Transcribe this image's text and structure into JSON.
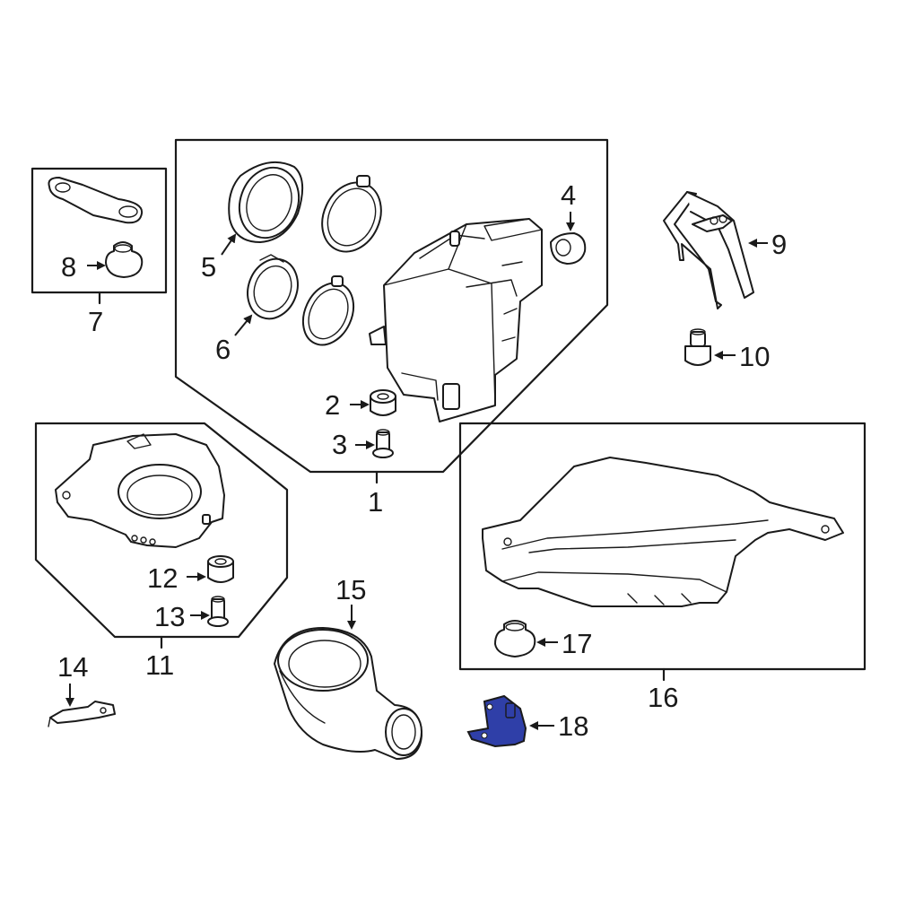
{
  "highlight_color": "#2f3fa8",
  "callouts": {
    "c1": "1",
    "c2": "2",
    "c3": "3",
    "c4": "4",
    "c5": "5",
    "c6": "6",
    "c7": "7",
    "c8": "8",
    "c9": "9",
    "c10": "10",
    "c11": "11",
    "c12": "12",
    "c13": "13",
    "c14": "14",
    "c15": "15",
    "c16": "16",
    "c17": "17",
    "c18": "18"
  }
}
